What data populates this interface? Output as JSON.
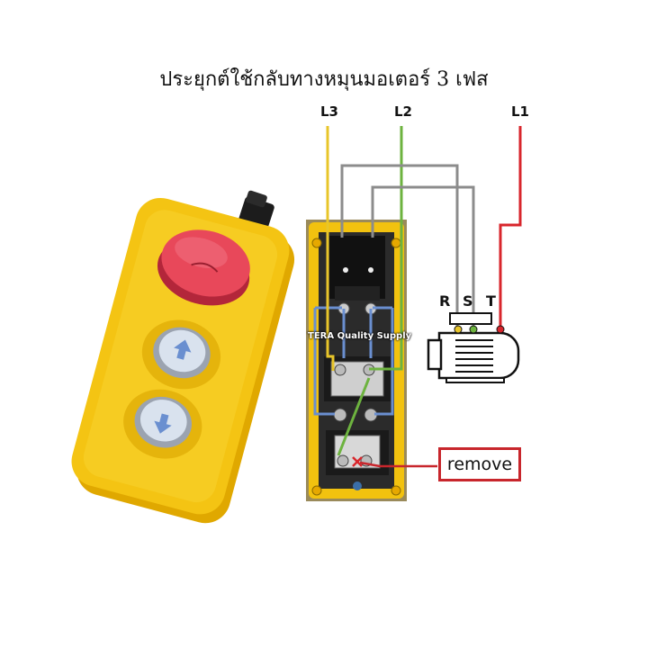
{
  "title": "ประยุกต์ใช้กลับทางหมุนมอเตอร์ 3 เฟส",
  "lines": {
    "l3": "L3",
    "l2": "L2",
    "l1": "L1"
  },
  "motor": {
    "r": "R",
    "s": "S",
    "t": "T"
  },
  "brand": "TERA Quality Supply",
  "remove_label": "remove",
  "colors": {
    "pendant_yellow": "#f2c20f",
    "estop_red": "#e8485a",
    "wire_yellow": "#e8c52a",
    "wire_green": "#6db33f",
    "wire_red": "#d8262c",
    "wire_gray": "#8c8c8c",
    "wire_blue": "#6a8fd0"
  },
  "icons": [
    "arrow-up-icon",
    "arrow-down-icon",
    "motor-icon",
    "x-mark-icon"
  ]
}
